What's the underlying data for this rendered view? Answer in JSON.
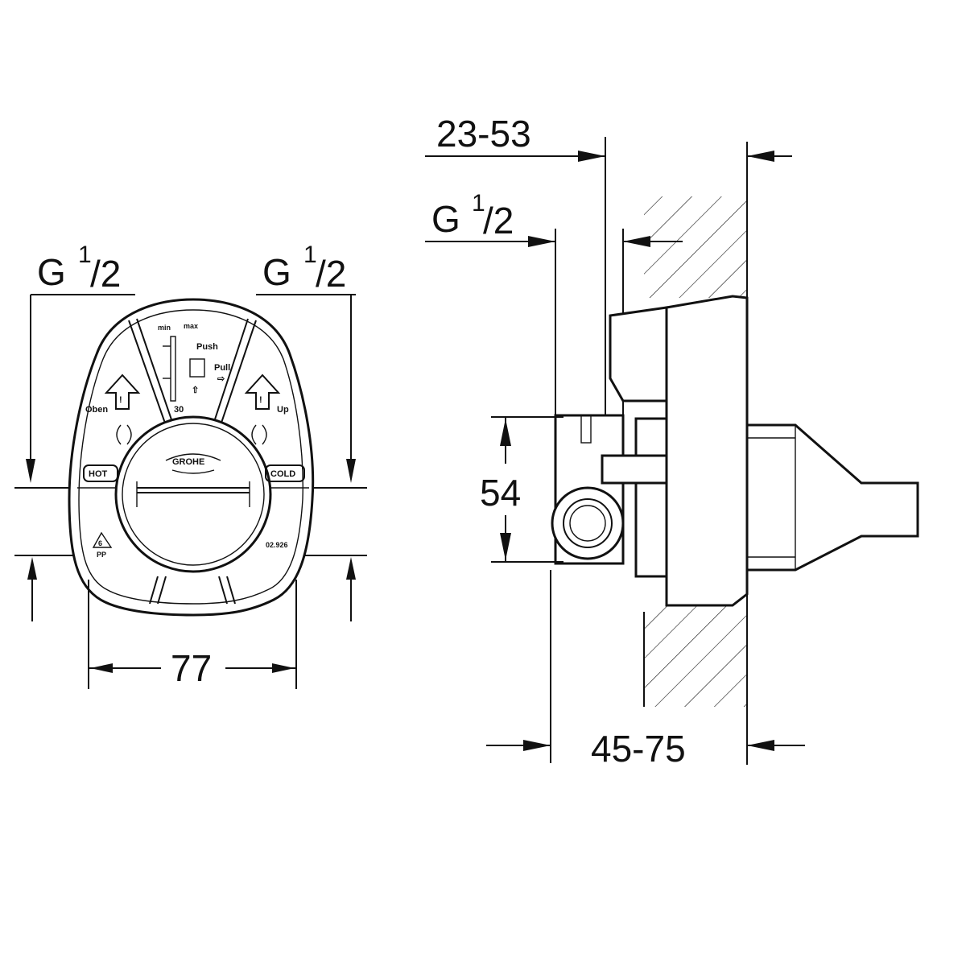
{
  "front_view": {
    "thread_left": {
      "main": "G",
      "sup": "1",
      "sub": "/2"
    },
    "thread_right": {
      "main": "G",
      "sup": "1",
      "sub": "/2"
    },
    "width_dim": "77",
    "labels": {
      "min": "min",
      "max": "max",
      "push": "Push",
      "pull": "Pull",
      "thirty": "30",
      "oben": "Oben",
      "up": "Up",
      "hot": "HOT",
      "cold": "COLD",
      "brand": "GROHE",
      "recycle_num": "6",
      "pp": "PP",
      "part_no": "02.926"
    }
  },
  "side_view": {
    "depth_top_dim": "23-53",
    "thread": {
      "main": "G",
      "sup": "1",
      "sub": "/2"
    },
    "height_dim": "54",
    "depth_bottom_dim": "45-75"
  }
}
